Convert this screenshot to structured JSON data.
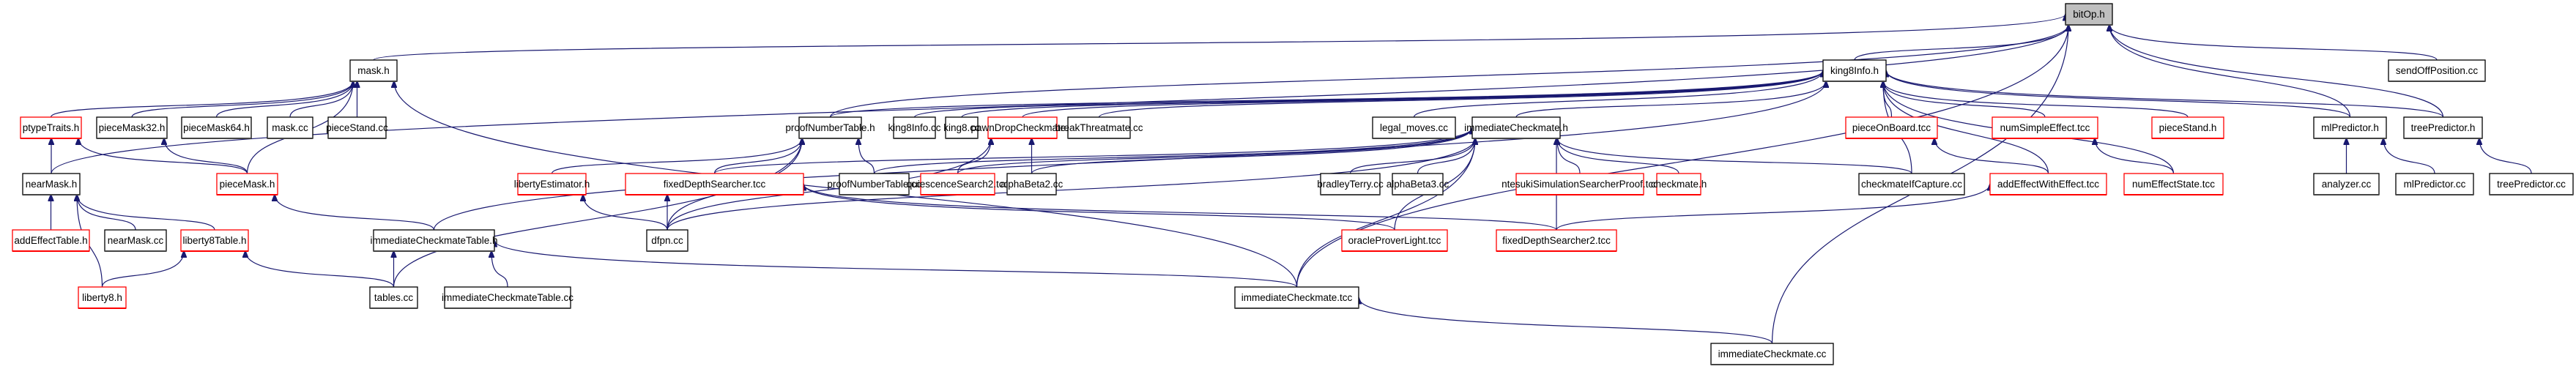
{
  "title": "bitOp.h include dependency graph",
  "colors": {
    "edge": "#191970",
    "root_fill": "#bfbfbf",
    "node_fill": "#ffffff",
    "normal_border": "#000000",
    "truncated_border": "#ff0000"
  },
  "nodes": [
    {
      "id": "bitOp_h",
      "label": "bitOp.h",
      "root": true,
      "truncated": false
    },
    {
      "id": "mask_h",
      "label": "mask.h",
      "truncated": false
    },
    {
      "id": "king8Info_h",
      "label": "king8Info.h",
      "truncated": false
    },
    {
      "id": "sendOffPosition_cc",
      "label": "sendOffPosition.cc",
      "truncated": false
    },
    {
      "id": "ptypeTraits_h",
      "label": "ptypeTraits.h",
      "truncated": true
    },
    {
      "id": "pieceMask32_h",
      "label": "pieceMask32.h",
      "truncated": false
    },
    {
      "id": "pieceMask64_h",
      "label": "pieceMask64.h",
      "truncated": false
    },
    {
      "id": "mask_cc",
      "label": "mask.cc",
      "truncated": false
    },
    {
      "id": "pieceStand_cc",
      "label": "pieceStand.cc",
      "truncated": false
    },
    {
      "id": "proofNumberTable_h",
      "label": "proofNumberTable.h",
      "truncated": false
    },
    {
      "id": "king8Info_cc",
      "label": "king8Info.cc",
      "truncated": false
    },
    {
      "id": "king8_cc",
      "label": "king8.cc",
      "truncated": false
    },
    {
      "id": "pawnDropCheckmate_h",
      "label": "pawnDropCheckmate.h",
      "truncated": true
    },
    {
      "id": "breakThreatmate_cc",
      "label": "breakThreatmate.cc",
      "truncated": false
    },
    {
      "id": "legal_moves_cc",
      "label": "legal_moves.cc",
      "truncated": false
    },
    {
      "id": "immediateCheckmate_h",
      "label": "immediateCheckmate.h",
      "truncated": false
    },
    {
      "id": "pieceOnBoard_tcc",
      "label": "pieceOnBoard.tcc",
      "truncated": true
    },
    {
      "id": "numSimpleEffect_tcc",
      "label": "numSimpleEffect.tcc",
      "truncated": true
    },
    {
      "id": "pieceStand_h",
      "label": "pieceStand.h",
      "truncated": true
    },
    {
      "id": "mlPredictor_h",
      "label": "mlPredictor.h",
      "truncated": false
    },
    {
      "id": "treePredictor_h",
      "label": "treePredictor.h",
      "truncated": false
    },
    {
      "id": "nearMask_h",
      "label": "nearMask.h",
      "truncated": false
    },
    {
      "id": "pieceMask_h",
      "label": "pieceMask.h",
      "truncated": true
    },
    {
      "id": "libertyEstimator_h",
      "label": "libertyEstimator.h",
      "truncated": true
    },
    {
      "id": "fixedDepthSearcher_tcc",
      "label": "fixedDepthSearcher.tcc",
      "truncated": true
    },
    {
      "id": "proofNumberTable_cc",
      "label": "proofNumberTable.cc",
      "truncated": false
    },
    {
      "id": "quiescenceSearch2_tcc",
      "label": "quiescenceSearch2.tcc",
      "truncated": true
    },
    {
      "id": "alphaBeta2_cc",
      "label": "alphaBeta2.cc",
      "truncated": false
    },
    {
      "id": "bradleyTerry_cc",
      "label": "bradleyTerry.cc",
      "truncated": false
    },
    {
      "id": "alphaBeta3_cc",
      "label": "alphaBeta3.cc",
      "truncated": false
    },
    {
      "id": "ntesukiSimulationSearcherProof_tcc",
      "label": "ntesukiSimulationSearcherProof.tcc",
      "truncated": true
    },
    {
      "id": "checkmate_h",
      "label": "checkmate.h",
      "truncated": true
    },
    {
      "id": "checkmateIfCapture_cc",
      "label": "checkmateIfCapture.cc",
      "truncated": false
    },
    {
      "id": "addEffectWithEffect_tcc",
      "label": "addEffectWithEffect.tcc",
      "truncated": true
    },
    {
      "id": "numEffectState_tcc",
      "label": "numEffectState.tcc",
      "truncated": true
    },
    {
      "id": "analyzer_cc",
      "label": "analyzer.cc",
      "truncated": false
    },
    {
      "id": "mlPredictor_cc",
      "label": "mlPredictor.cc",
      "truncated": false
    },
    {
      "id": "treePredictor_cc",
      "label": "treePredictor.cc",
      "truncated": false
    },
    {
      "id": "addEffectTable_h",
      "label": "addEffectTable.h",
      "truncated": true
    },
    {
      "id": "nearMask_cc",
      "label": "nearMask.cc",
      "truncated": false
    },
    {
      "id": "liberty8Table_h",
      "label": "liberty8Table.h",
      "truncated": true
    },
    {
      "id": "immediateCheckmateTable_h",
      "label": "immediateCheckmateTable.h",
      "truncated": false
    },
    {
      "id": "dfpn_cc",
      "label": "dfpn.cc",
      "truncated": false
    },
    {
      "id": "oracleProverLight_tcc",
      "label": "oracleProverLight.tcc",
      "truncated": true
    },
    {
      "id": "fixedDepthSearcher2_tcc",
      "label": "fixedDepthSearcher2.tcc",
      "truncated": true
    },
    {
      "id": "liberty8_h",
      "label": "liberty8.h",
      "truncated": true
    },
    {
      "id": "tables_cc",
      "label": "tables.cc",
      "truncated": false
    },
    {
      "id": "immediateCheckmateTable_cc",
      "label": "immediateCheckmateTable.cc",
      "truncated": false
    },
    {
      "id": "immediateCheckmate_tcc",
      "label": "immediateCheckmate.tcc",
      "truncated": false
    },
    {
      "id": "immediateCheckmate_cc",
      "label": "immediateCheckmate.cc",
      "truncated": false
    }
  ],
  "edges": [
    [
      "mask_h",
      "bitOp_h"
    ],
    [
      "king8Info_h",
      "bitOp_h"
    ],
    [
      "sendOffPosition_cc",
      "bitOp_h"
    ],
    [
      "mlPredictor_h",
      "bitOp_h"
    ],
    [
      "treePredictor_h",
      "bitOp_h"
    ],
    [
      "proofNumberTable_h",
      "bitOp_h"
    ],
    [
      "nearMask_h",
      "bitOp_h"
    ],
    [
      "immediateCheckmate_tcc",
      "bitOp_h"
    ],
    [
      "immediateCheckmate_cc",
      "bitOp_h"
    ],
    [
      "ptypeTraits_h",
      "mask_h"
    ],
    [
      "pieceMask32_h",
      "mask_h"
    ],
    [
      "pieceMask64_h",
      "mask_h"
    ],
    [
      "mask_cc",
      "mask_h"
    ],
    [
      "pieceStand_cc",
      "mask_h"
    ],
    [
      "pieceMask_h",
      "mask_h"
    ],
    [
      "immediateCheckmate_tcc",
      "mask_h"
    ],
    [
      "proofNumberTable_h",
      "king8Info_h"
    ],
    [
      "king8Info_cc",
      "king8Info_h"
    ],
    [
      "king8_cc",
      "king8Info_h"
    ],
    [
      "pawnDropCheckmate_h",
      "king8Info_h"
    ],
    [
      "breakThreatmate_cc",
      "king8Info_h"
    ],
    [
      "legal_moves_cc",
      "king8Info_h"
    ],
    [
      "immediateCheckmate_h",
      "king8Info_h"
    ],
    [
      "pieceOnBoard_tcc",
      "king8Info_h"
    ],
    [
      "numSimpleEffect_tcc",
      "king8Info_h"
    ],
    [
      "pieceStand_h",
      "king8Info_h"
    ],
    [
      "mlPredictor_h",
      "king8Info_h"
    ],
    [
      "treePredictor_h",
      "king8Info_h"
    ],
    [
      "checkmateIfCapture_cc",
      "king8Info_h"
    ],
    [
      "addEffectWithEffect_tcc",
      "king8Info_h"
    ],
    [
      "numEffectState_tcc",
      "king8Info_h"
    ],
    [
      "immediateCheckmateTable_h",
      "king8Info_h"
    ],
    [
      "nearMask_h",
      "ptypeTraits_h"
    ],
    [
      "pieceMask_h",
      "ptypeTraits_h"
    ],
    [
      "pieceMask_h",
      "pieceMask32_h"
    ],
    [
      "libertyEstimator_h",
      "proofNumberTable_h"
    ],
    [
      "fixedDepthSearcher_tcc",
      "proofNumberTable_h"
    ],
    [
      "proofNumberTable_cc",
      "proofNumberTable_h"
    ],
    [
      "dfpn_cc",
      "proofNumberTable_h"
    ],
    [
      "tables_cc",
      "proofNumberTable_h"
    ],
    [
      "quiescenceSearch2_tcc",
      "pawnDropCheckmate_h"
    ],
    [
      "alphaBeta2_cc",
      "pawnDropCheckmate_h"
    ],
    [
      "dfpn_cc",
      "pawnDropCheckmate_h"
    ],
    [
      "fixedDepthSearcher_tcc",
      "immediateCheckmate_h"
    ],
    [
      "proofNumberTable_cc",
      "immediateCheckmate_h"
    ],
    [
      "quiescenceSearch2_tcc",
      "immediateCheckmate_h"
    ],
    [
      "alphaBeta2_cc",
      "immediateCheckmate_h"
    ],
    [
      "bradleyTerry_cc",
      "immediateCheckmate_h"
    ],
    [
      "alphaBeta3_cc",
      "immediateCheckmate_h"
    ],
    [
      "ntesukiSimulationSearcherProof_tcc",
      "immediateCheckmate_h"
    ],
    [
      "checkmate_h",
      "immediateCheckmate_h"
    ],
    [
      "checkmateIfCapture_cc",
      "immediateCheckmate_h"
    ],
    [
      "dfpn_cc",
      "immediateCheckmate_h"
    ],
    [
      "oracleProverLight_tcc",
      "immediateCheckmate_h"
    ],
    [
      "fixedDepthSearcher2_tcc",
      "immediateCheckmate_h"
    ],
    [
      "immediateCheckmate_tcc",
      "immediateCheckmate_h"
    ],
    [
      "addEffectWithEffect_tcc",
      "pieceOnBoard_tcc"
    ],
    [
      "numEffectState_tcc",
      "numSimpleEffect_tcc"
    ],
    [
      "analyzer_cc",
      "mlPredictor_h"
    ],
    [
      "mlPredictor_cc",
      "mlPredictor_h"
    ],
    [
      "treePredictor_cc",
      "treePredictor_h"
    ],
    [
      "addEffectTable_h",
      "nearMask_h"
    ],
    [
      "nearMask_cc",
      "nearMask_h"
    ],
    [
      "liberty8Table_h",
      "nearMask_h"
    ],
    [
      "liberty8_h",
      "nearMask_h"
    ],
    [
      "immediateCheckmateTable_h",
      "pieceMask_h"
    ],
    [
      "dfpn_cc",
      "libertyEstimator_h"
    ],
    [
      "dfpn_cc",
      "fixedDepthSearcher_tcc"
    ],
    [
      "fixedDepthSearcher2_tcc",
      "fixedDepthSearcher_tcc"
    ],
    [
      "oracleProverLight_tcc",
      "fixedDepthSearcher_tcc"
    ],
    [
      "fixedDepthSearcher2_tcc",
      "addEffectWithEffect_tcc"
    ],
    [
      "liberty8_h",
      "liberty8Table_h"
    ],
    [
      "tables_cc",
      "liberty8Table_h"
    ],
    [
      "tables_cc",
      "immediateCheckmateTable_h"
    ],
    [
      "immediateCheckmateTable_cc",
      "immediateCheckmateTable_h"
    ],
    [
      "immediateCheckmate_tcc",
      "immediateCheckmateTable_h"
    ],
    [
      "immediateCheckmate_cc",
      "immediateCheckmate_tcc"
    ]
  ]
}
